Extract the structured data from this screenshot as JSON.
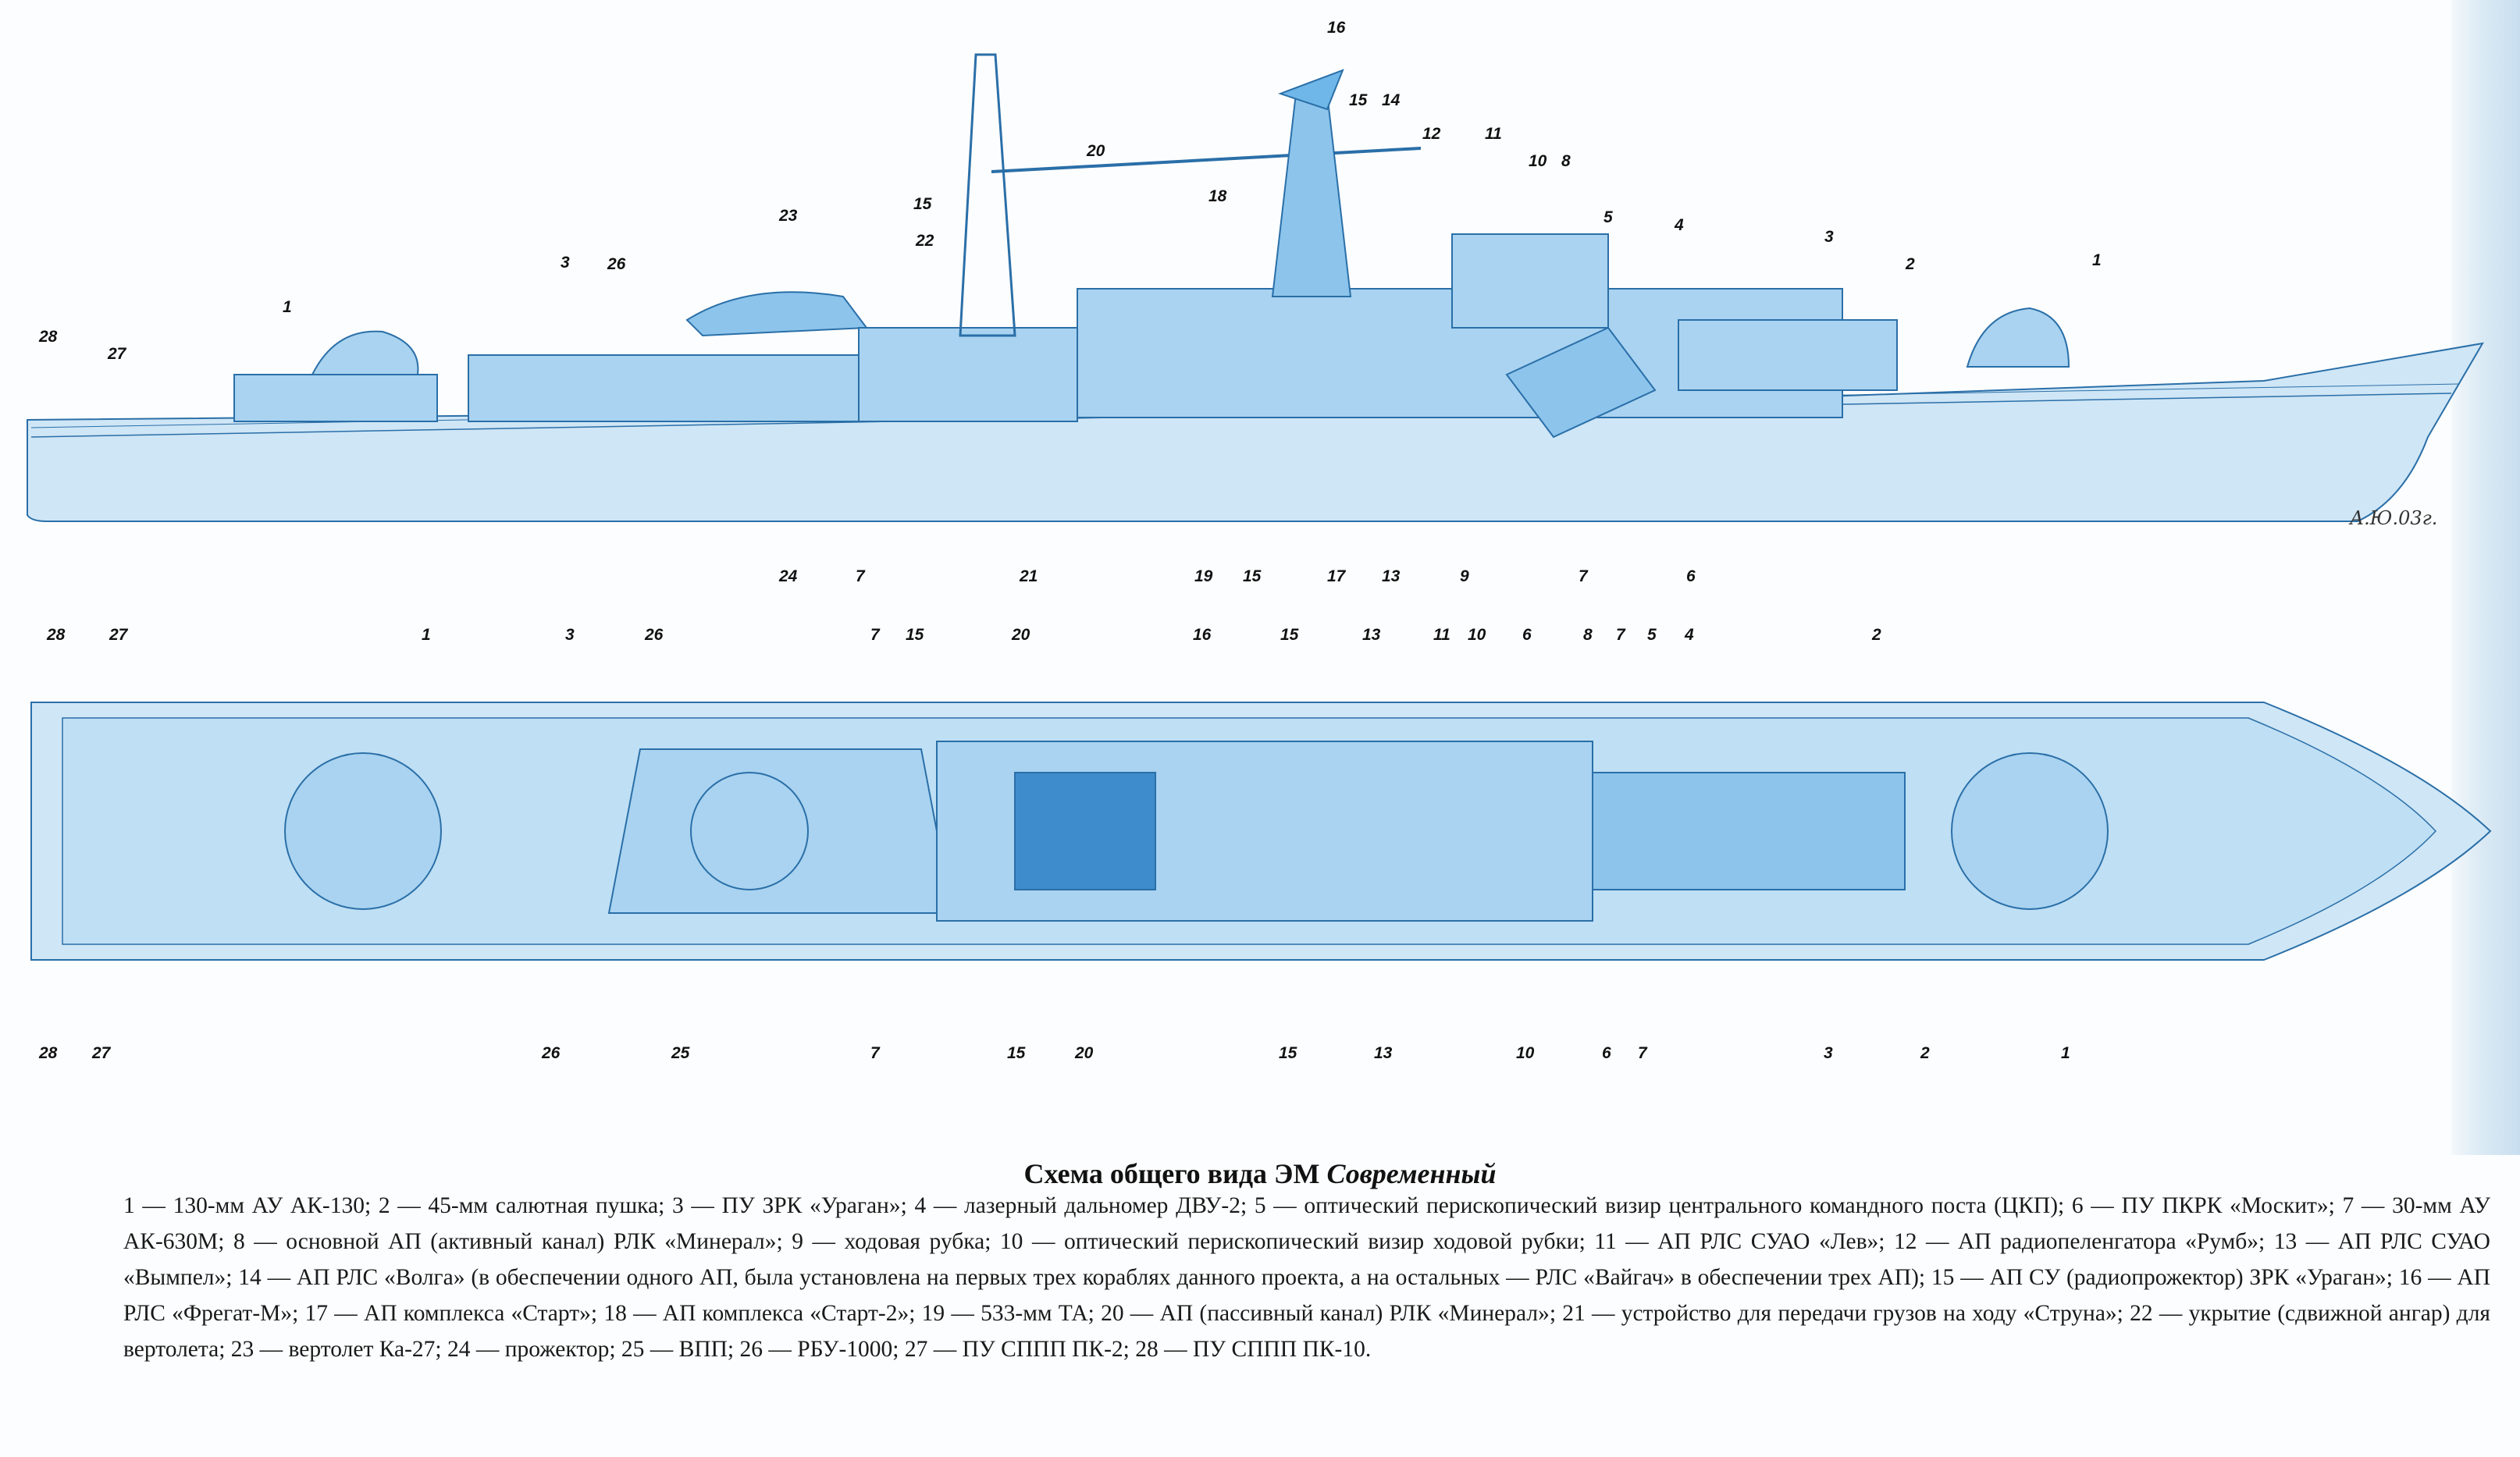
{
  "caption": {
    "title_plain": "Схема общего вида ЭМ ",
    "title_ship": "Современный",
    "legend": "1 — 130-мм АУ АК-130; 2 — 45-мм салютная пушка; 3 — ПУ ЗРК «Ураган»; 4 — лазерный дальномер ДВУ-2; 5 — оптический перископический визир центрального командного поста (ЦКП); 6 — ПУ ПКРК «Москит»; 7 — 30-мм АУ АК-630М; 8 — основной АП (активный канал) РЛК «Минерал»; 9 — ходовая рубка; 10 — оптический перископический визир ходовой рубки; 11 — АП РЛС СУАО «Лев»; 12 — АП радиопеленгатора «Румб»; 13 — АП РЛС СУАО «Вымпел»; 14 — АП РЛС «Волга» (в обеспечении одного АП, была установлена на первых трех кораблях данного проекта, а на остальных — РЛС «Вайгач» в обеспечении трех АП); 15 — АП СУ (радиопрожектор) ЗРК «Ураган»; 16 — АП РЛС «Фрегат-М»; 17 — АП комплекса «Старт»; 18 — АП комплекса «Старт-2»; 19 — 533-мм ТА; 20 — АП (пассивный канал) РЛК «Минерал»; 21 — устройство для передачи грузов на ходу «Струна»; 22 — укрытие (сдвижной ангар) для вертолета; 23 — вертолет Ка-27; 24 — прожектор; 25 — ВПП; 26 — РБУ-1000; 27 — ПУ СППП ПК-2; 28 — ПУ СППП ПК-10."
  },
  "signature": "А.Ю.03г.",
  "colors": {
    "hull_fill": "#cfe6f6",
    "hull_stroke": "#2a6fa8",
    "superstructure_fill": "#a9d3f0",
    "deck_fill": "#6fb7e8",
    "dark_fill": "#3f8ccc",
    "label_color": "#111111"
  },
  "side_view_labels": [
    "28",
    "27",
    "1",
    "3",
    "26",
    "23",
    "22",
    "15",
    "20",
    "18",
    "16",
    "15",
    "14",
    "12",
    "11",
    "10",
    "8",
    "5",
    "4",
    "3",
    "2",
    "1",
    "24",
    "7",
    "21",
    "19",
    "15",
    "17",
    "13",
    "9",
    "7",
    "6"
  ],
  "plan_view_labels": [
    "28",
    "27",
    "1",
    "3",
    "26",
    "7",
    "15",
    "20",
    "16",
    "15",
    "13",
    "11",
    "10",
    "6",
    "8",
    "7",
    "5",
    "4",
    "2",
    "28",
    "27",
    "26",
    "25",
    "7",
    "15",
    "20",
    "15",
    "13",
    "10",
    "6",
    "7",
    "3",
    "2",
    "1"
  ]
}
